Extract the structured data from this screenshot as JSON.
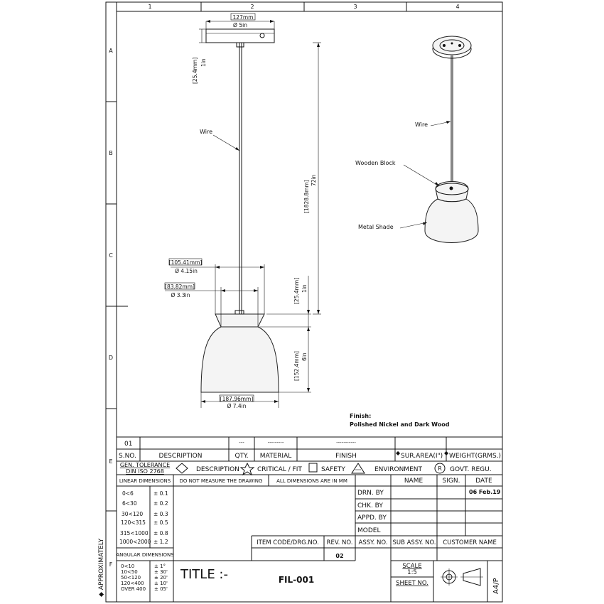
{
  "columns": [
    "1",
    "2",
    "3",
    "4"
  ],
  "rows": [
    "A",
    "B",
    "C",
    "D",
    "E",
    "F"
  ],
  "side_note": "◆ APPROXIMATELY",
  "dims": {
    "canopy_mm": "127mm",
    "canopy_in": "Ø 5in",
    "canopy_h_mm": "[25.4mm]",
    "canopy_h_in": "1in",
    "wire_len_mm": "[1828.8mm]",
    "wire_len_in": "72in",
    "block_top_mm": "[105.41mm]",
    "block_top_in": "Ø 4.15in",
    "block_bot_mm": "[83.82mm]",
    "block_bot_in": "Ø 3.3in",
    "block_h_mm": "[25.4mm]",
    "block_h_in": "1in",
    "shade_h_mm": "[152.4mm]",
    "shade_h_in": "6in",
    "shade_w_mm": "[187.96mm]",
    "shade_w_in": "Ø 7.4in"
  },
  "labels": {
    "wire": "Wire",
    "wire_iso": "Wire",
    "wooden_block": "Wooden Block",
    "metal_shade": "Metal Shade"
  },
  "finish": {
    "heading": "Finish:",
    "value": "Polished Nickel and Dark Wood"
  },
  "table": {
    "item_no": "01",
    "item_qty": "---",
    "item_material": "---------",
    "item_finish": "-----------",
    "h_sno": "S.NO.",
    "h_description": "DESCRIPTION",
    "h_qty": "QTY.",
    "h_material": "MATERIAL",
    "h_finish": "FINISH",
    "h_surarea": "SUR.AREA(Ι\")",
    "h_weight": "WEIGHT(GRMS.)",
    "gen_tol_1": "GEN. TOLERANCE",
    "gen_tol_2": "DIN ISO 2768",
    "sym_description": "DESCRIPTION",
    "sym_critical": "CRITICAL / FIT",
    "sym_safety": "SAFETY",
    "sym_environment": "ENVIRONMENT",
    "sym_govt": "GOVT. REGU.",
    "sym_r": "R",
    "linear_dims": "LINEAR DIMENSIONS",
    "no_measure": "DO NOT MEASURE THE DRAWING",
    "all_dims": "ALL DIMENSIONS ARE IN MM",
    "h_name": "NAME",
    "h_sign": "SIGN.",
    "h_date": "DATE",
    "drn_by": "DRN. BY",
    "drn_date": "06 Feb.19",
    "chk_by": "CHK. BY",
    "appd_by": "APPD. BY",
    "model": "MODEL",
    "item_code": "ITEM CODE/DRG.NO.",
    "rev_no": "REV. NO.",
    "assy_no": "ASSY. NO.",
    "sub_assy_no": "SUB ASSY. NO.",
    "customer_name": "CUSTOMER NAME",
    "rev_value": "02",
    "angular_dims": "ANGULAR DIMENSIONS",
    "title_label": "TITLE :-",
    "drawing_no": "FIL-001",
    "scale_label": "SCALE",
    "scale_value": "1:5",
    "sheet_no": "SHEET NO.",
    "paper_size": "A4/P"
  },
  "linear_tolerances": [
    {
      "range": "0<6",
      "tol": "± 0.1"
    },
    {
      "range": "6<30",
      "tol": "± 0.2"
    },
    {
      "range": "30<120",
      "tol": "± 0.3"
    },
    {
      "range": "120<315",
      "tol": "± 0.5"
    },
    {
      "range": "315<1000",
      "tol": "± 0.8"
    },
    {
      "range": "1000<2000",
      "tol": "± 1.2"
    }
  ],
  "angular_tolerances": [
    {
      "range": "0<10",
      "tol": "± 1°"
    },
    {
      "range": "10<50",
      "tol": "± 30'"
    },
    {
      "range": "50<120",
      "tol": "± 20'"
    },
    {
      "range": "120<400",
      "tol": "± 10'"
    },
    {
      "range": "OVER 400",
      "tol": "± 05'"
    }
  ]
}
